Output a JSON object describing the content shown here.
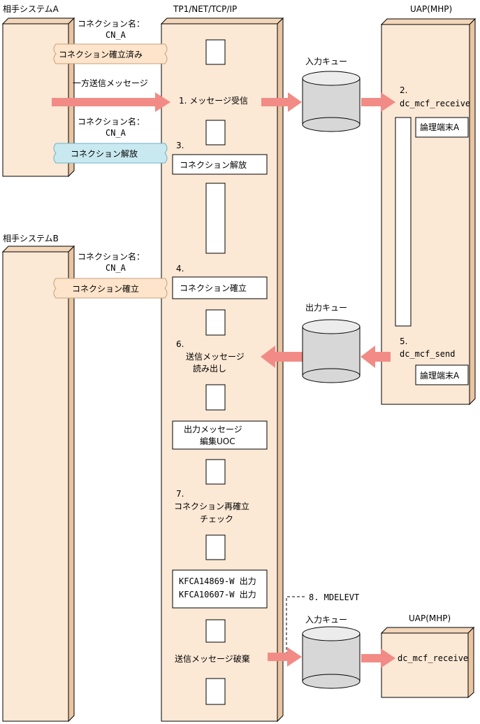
{
  "systems": {
    "a_label": "相手システムA",
    "b_label": "相手システムB",
    "tp1_label": "TP1/NET/TCP/IP",
    "uap_top_label": "UAP(MHP)",
    "uap_bottom_label": "UAP(MHP)"
  },
  "connection_labels": {
    "conn_name_a_line1": "コネクション名：",
    "conn_name_a_line2": "CN_A",
    "conn_name_a2_line1": "コネクション名：",
    "conn_name_a2_line2": "CN_A",
    "conn_name_b_line1": "コネクション名：",
    "conn_name_b_line2": "CN_A"
  },
  "scrolls": {
    "established": "コネクション確立済み",
    "released": "コネクション解放",
    "established_b": "コネクション確立"
  },
  "messages": {
    "oneway": "一方送信メッセージ"
  },
  "steps": {
    "s1": "1. メッセージ受信",
    "s2_num": "2.",
    "s2_func": "dc_mcf_receive",
    "s3_num": "3.",
    "s3_box": "コネクション解放",
    "s4_num": "4.",
    "s4_box": "コネクション確立",
    "s5_num": "5.",
    "s5_func": "dc_mcf_send",
    "s6_num": "6.",
    "s6_line1": "送信メッセージ",
    "s6_line2": "読み出し",
    "uoc_line1": "出力メッセージ",
    "uoc_line2": "編集UOC",
    "s7_num": "7.",
    "s7_line1": "コネクション再確立",
    "s7_line2": "チェック",
    "kfca_line1": "KFCA14869-W 出力",
    "kfca_line2": "KFCA10607-W 出力",
    "s8": "8. MDELEVT",
    "discard": "送信メッセージ破棄",
    "bottom_func": "dc_mcf_receive"
  },
  "queues": {
    "input_top": "入力キュー",
    "output": "出力キュー",
    "input_bottom": "入力キュー"
  },
  "terminals": {
    "term_a_top": "論理端末A",
    "term_a_bottom": "論理端末A"
  },
  "colors": {
    "pillar": "#fbe8d5",
    "arrow": "#f28b85",
    "scroll_peach": "#fde4cb",
    "scroll_blue": "#c9e9f1"
  }
}
